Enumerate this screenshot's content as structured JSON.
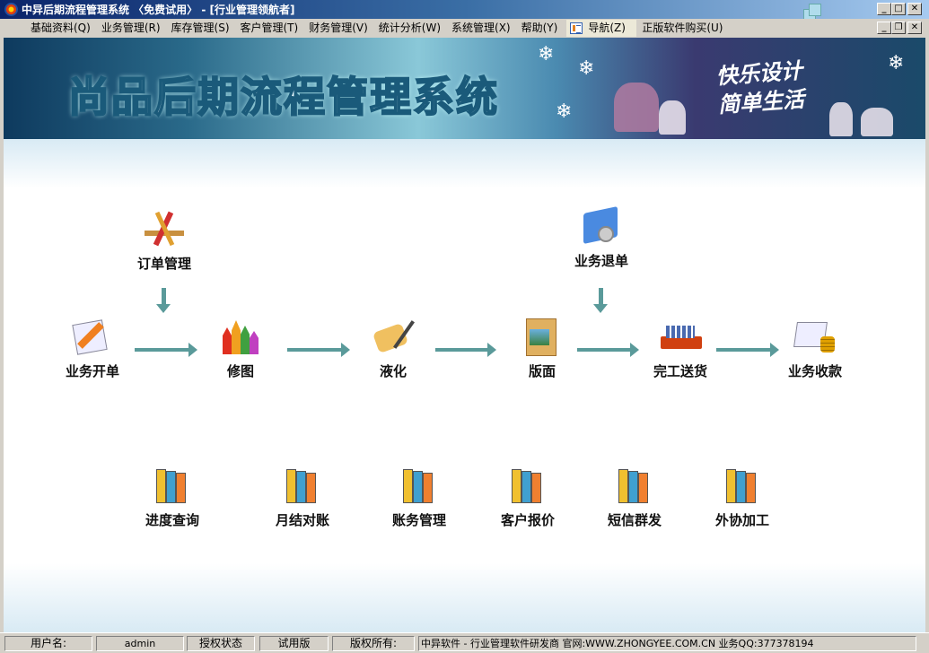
{
  "window": {
    "title": "中异后期流程管理系统 〈免费试用〉 - [行业管理领航者]"
  },
  "menu": [
    {
      "label": "基础资料(Q)"
    },
    {
      "label": "业务管理(R)"
    },
    {
      "label": "库存管理(S)"
    },
    {
      "label": "客户管理(T)"
    },
    {
      "label": "财务管理(V)"
    },
    {
      "label": "统计分析(W)"
    },
    {
      "label": "系统管理(X)"
    },
    {
      "label": "帮助(Y)"
    },
    {
      "label": "导航(Z)"
    },
    {
      "label": "正版软件购买(U)"
    }
  ],
  "banner": {
    "title": "尚品后期流程管理系统",
    "slogan_line1": "快乐设计",
    "slogan_line2": "简单生活"
  },
  "flow": {
    "order": "订单管理",
    "return": "业务退单",
    "steps": [
      "业务开单",
      "修图",
      "液化",
      "版面",
      "完工送货",
      "业务收款"
    ]
  },
  "tools": [
    "进度查询",
    "月结对账",
    "账务管理",
    "客户报价",
    "短信群发",
    "外协加工"
  ],
  "status": {
    "user_label": "用户名:",
    "user": "admin",
    "auth_label": "授权状态",
    "auth": "试用版",
    "copyright_label": "版权所有:",
    "copyright": "中异软件 - 行业管理软件研发商 官网:WWW.ZHONGYEE.COM.CN  业务QQ:377378194"
  },
  "colors": {
    "titlebar": "#0a246a",
    "arrow": "#5a9a9a",
    "banner": "#2a6a8a"
  }
}
